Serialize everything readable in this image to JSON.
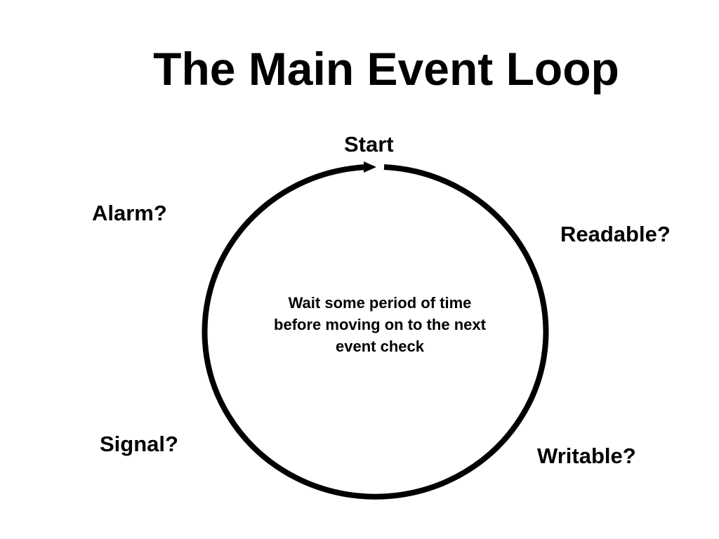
{
  "title": "The Main Event Loop",
  "diagram": {
    "start_label": "Start",
    "center_text": "Wait some period of time before moving on to the next event check",
    "checks": {
      "alarm": "Alarm?",
      "readable": "Readable?",
      "signal": "Signal?",
      "writable": "Writable?"
    }
  },
  "colors": {
    "stroke": "#000000",
    "background": "#ffffff"
  },
  "icons": {
    "loop": "circular-arrow-icon"
  }
}
